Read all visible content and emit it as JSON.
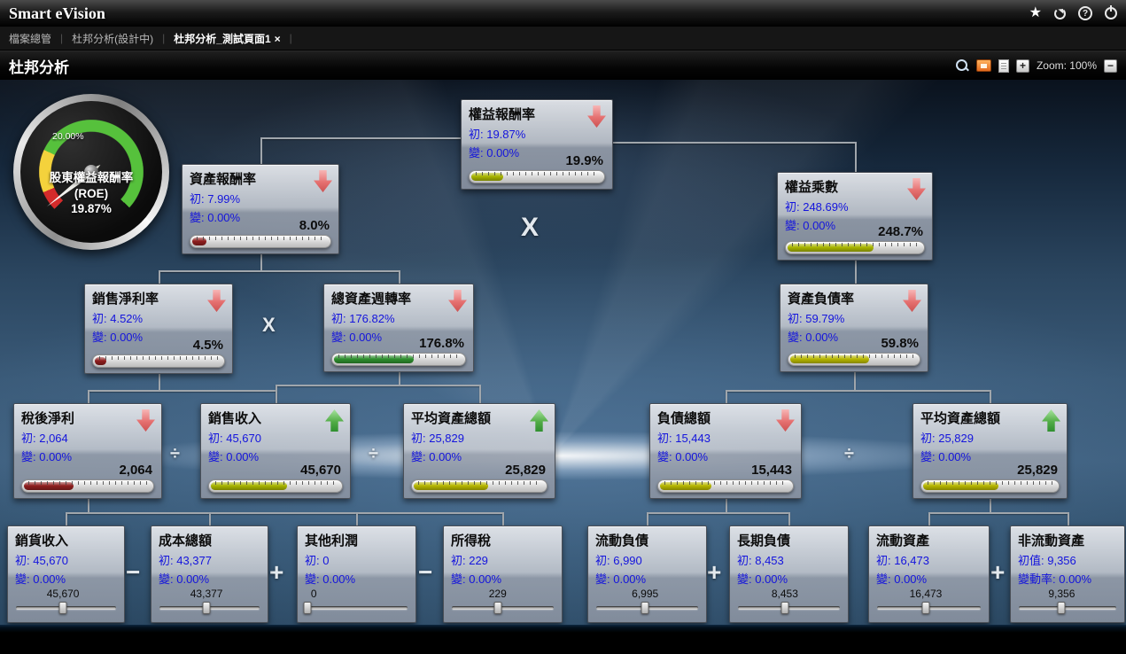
{
  "app": {
    "title": "Smart eVision"
  },
  "topbar": {
    "star": "★",
    "help": "?"
  },
  "tabs": [
    {
      "label": "檔案總管",
      "active": false
    },
    {
      "label": "杜邦分析(設計中)",
      "active": false
    },
    {
      "label": "杜邦分析_測試頁面1",
      "active": true,
      "close": "×"
    }
  ],
  "tabs_meta": {
    "separator": "|"
  },
  "toolbar": {
    "page_title": "杜邦分析",
    "zoom_in": "+",
    "zoom_out": "−",
    "zoom_label": "Zoom: 100%"
  },
  "gauge": {
    "label": "股東權益報酬率",
    "sub": "(ROE)",
    "value": "19.87%",
    "tick": "20.00%",
    "arc_colors": {
      "low": "#d42b2b",
      "mid": "#f4d23c",
      "high": "#56c13c"
    }
  },
  "operators": {
    "multiply": "X",
    "divide": "÷",
    "minus": "−",
    "plus": "+"
  },
  "colors": {
    "olive_bar": "#a8b400",
    "yellow_bar": "#b7b700",
    "red_bar": "#8f1f1f",
    "green_bar": "#2e8f2e",
    "trend_down": "#e57070",
    "trend_up": "#53ad47",
    "value_text": "#1414dd"
  },
  "nodes": [
    {
      "title": "權益報酬率",
      "init_text": "初: 19.87%",
      "chg_text": "變: 0.00%",
      "value": "19.9%",
      "trend": "down",
      "bar_pct": 24,
      "bar_color": "#a8b400"
    },
    {
      "title": "資產報酬率",
      "init_text": "初: 7.99%",
      "chg_text": "變: 0.00%",
      "value": "8.0%",
      "trend": "down",
      "bar_pct": 10,
      "bar_color": "#8f1f1f"
    },
    {
      "title": "權益乘數",
      "init_text": "初: 248.69%",
      "chg_text": "變: 0.00%",
      "value": "248.7%",
      "trend": "down",
      "bar_pct": 62,
      "bar_color": "#a8b400"
    },
    {
      "title": "銷售淨利率",
      "init_text": "初: 4.52%",
      "chg_text": "變: 0.00%",
      "value": "4.5%",
      "trend": "down",
      "bar_pct": 9,
      "bar_color": "#8f1f1f"
    },
    {
      "title": "總資產週轉率",
      "init_text": "初: 176.82%",
      "chg_text": "變: 0.00%",
      "value": "176.8%",
      "trend": "down",
      "bar_pct": 60,
      "bar_color": "#2e8f2e"
    },
    {
      "title": "資產負債率",
      "init_text": "初: 59.79%",
      "chg_text": "變: 0.00%",
      "value": "59.8%",
      "trend": "down",
      "bar_pct": 60,
      "bar_color": "#b7b700"
    },
    {
      "title": "稅後淨利",
      "init_text": "初: 2,064",
      "chg_text": "變: 0.00%",
      "value": "2,064",
      "trend": "down",
      "bar_pct": 38,
      "bar_color": "#8f1f1f"
    },
    {
      "title": "銷售收入",
      "init_text": "初: 45,670",
      "chg_text": "變: 0.00%",
      "value": "45,670",
      "trend": "up",
      "bar_pct": 57,
      "bar_color": "#a8b400"
    },
    {
      "title": "平均資產總額",
      "init_text": "初: 25,829",
      "chg_text": "變: 0.00%",
      "value": "25,829",
      "trend": "up",
      "bar_pct": 55,
      "bar_color": "#b7b700"
    },
    {
      "title": "負債總額",
      "init_text": "初: 15,443",
      "chg_text": "變: 0.00%",
      "value": "15,443",
      "trend": "down",
      "bar_pct": 38,
      "bar_color": "#b7b700"
    },
    {
      "title": "平均資產總額",
      "init_text": "初: 25,829",
      "chg_text": "變: 0.00%",
      "value": "25,829",
      "trend": "up",
      "bar_pct": 55,
      "bar_color": "#b7b700"
    },
    {
      "title": "銷貨收入",
      "init_text": "初: 45,670",
      "chg_text": "變: 0.00%",
      "value": "45,670",
      "slider_pct": 47
    },
    {
      "title": "成本總額",
      "init_text": "初: 43,377",
      "chg_text": "變: 0.00%",
      "value": "43,377",
      "slider_pct": 47
    },
    {
      "title": "其他利潤",
      "init_text": "初: 0",
      "chg_text": "變: 0.00%",
      "value": "0",
      "slider_pct": 2
    },
    {
      "title": "所得稅",
      "init_text": "初: 229",
      "chg_text": "變: 0.00%",
      "value": "229",
      "slider_pct": 45
    },
    {
      "title": "流動負債",
      "init_text": "初: 6,990",
      "chg_text": "變: 0.00%",
      "value": "6,995",
      "slider_pct": 48
    },
    {
      "title": "長期負債",
      "init_text": "初: 8,453",
      "chg_text": "變: 0.00%",
      "value": "8,453",
      "slider_pct": 46
    },
    {
      "title": "流動資產",
      "init_text": "初: 16,473",
      "chg_text": "變: 0.00%",
      "value": "16,473",
      "slider_pct": 47
    },
    {
      "title": "非流動資產",
      "init_text": "初值: 9,356",
      "chg_text": "變動率: 0.00%",
      "value": "9,356",
      "slider_pct": 44
    }
  ]
}
